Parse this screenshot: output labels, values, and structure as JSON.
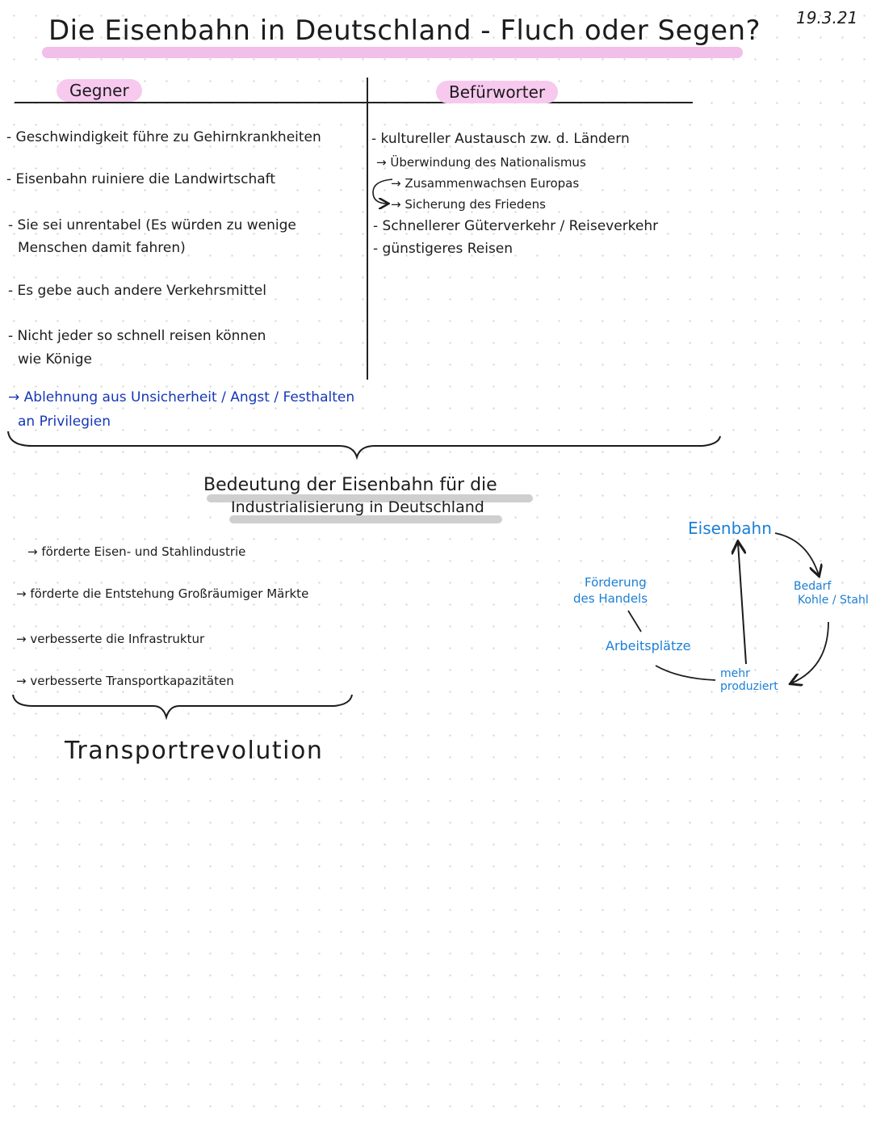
{
  "header": {
    "title": "Die Eisenbahn in Deutschland - Fluch oder Segen?",
    "date": "19.3.21"
  },
  "columns": {
    "gegner": {
      "heading": "Gegner",
      "items": [
        "- Geschwindigkeit führe zu Gehirnkrankheiten",
        "- Eisenbahn ruiniere die Landwirtschaft",
        "- Sie sei unrentabel (Es würden zu wenige",
        "Menschen damit fahren)",
        "- Es gebe auch andere Verkehrsmittel",
        "- Nicht jeder so schnell reisen können",
        "wie Könige"
      ],
      "conclusion": [
        "→ Ablehnung aus Unsicherheit / Angst / Festhalten",
        "an Privilegien"
      ]
    },
    "befuerworter": {
      "heading": "Befürworter",
      "items": [
        "- kultureller Austausch zw. d. Ländern",
        "→ Überwindung des Nationalismus",
        "→ Zusammenwachsen Europas",
        "→ Sicherung des Friedens",
        "- Schnellerer Güterverkehr / Reiseverkehr",
        "- günstigeres Reisen"
      ]
    }
  },
  "section2": {
    "title_line1": "Bedeutung der Eisenbahn für die",
    "title_line2": "Industrialisierung in Deutschland",
    "items": [
      "→ förderte Eisen- und Stahlindustrie",
      "→ förderte die Entstehung Großräumiger Märkte",
      "→ verbesserte die Infrastruktur",
      "→ verbesserte Transportkapazitäten"
    ],
    "result": "Transportrevolution"
  },
  "cycle": {
    "eisenbahn": "Eisenbahn",
    "bedarf_1": "Bedarf",
    "bedarf_2": "Kohle / Stahl",
    "mehr_1": "mehr",
    "mehr_2": "produziert",
    "arbeitsplaetze": "Arbeitsplätze",
    "handel_1": "Förderung",
    "handel_2": "des Handels"
  }
}
